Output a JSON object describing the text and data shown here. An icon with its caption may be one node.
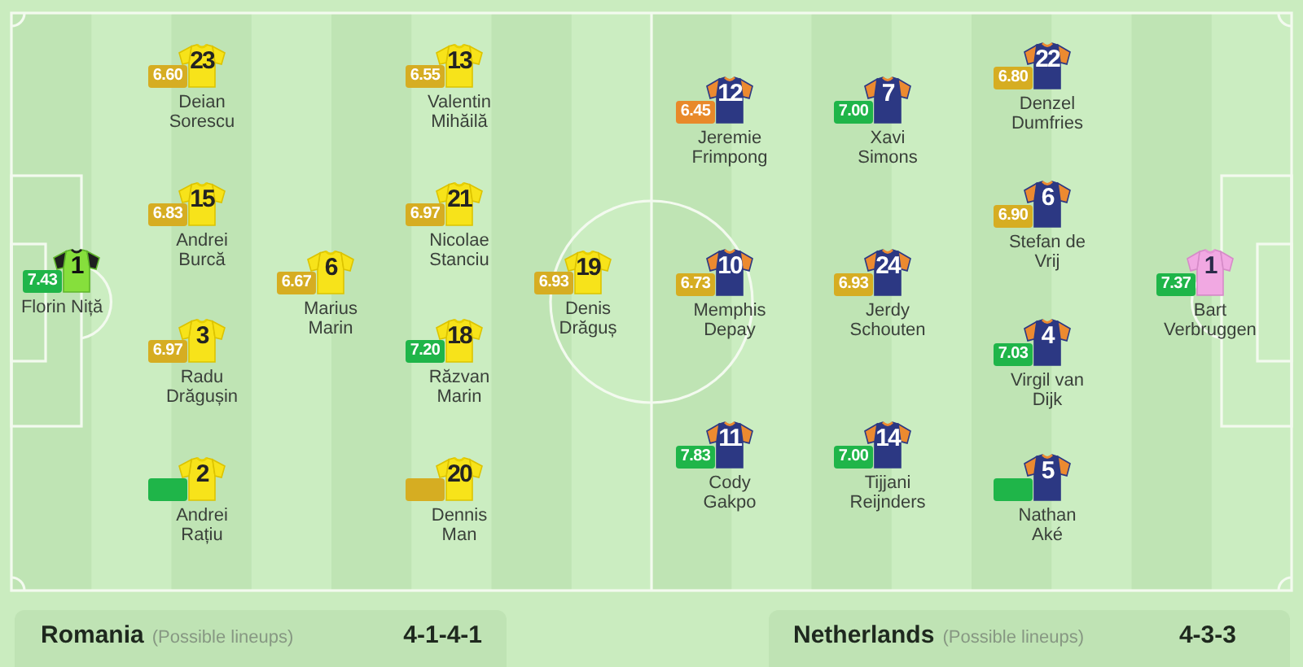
{
  "diagram": {
    "nodes": [
      {
        "text": [
          "1"
        ],
        "beside": [
          "Florin Niță"
        ]
      },
      {
        "text": [
          "7.43"
        ]
      },
      {
        "text": [
          "23"
        ],
        "beside": [
          "Deian Sorescu"
        ]
      },
      {
        "text": [
          "6.60"
        ]
      },
      {
        "text": [
          "15"
        ],
        "beside": [
          "Andrei Burcă"
        ]
      },
      {
        "text": [
          "6.83"
        ]
      },
      {
        "text": [
          "3"
        ],
        "beside": [
          "Radu Drăgușin"
        ]
      },
      {
        "text": [
          "6.97"
        ]
      },
      {
        "text": [
          "2"
        ],
        "beside": [
          "Andrei Rațiu"
        ]
      },
      {
        "text": [],
        "shape": "box"
      },
      {
        "text": [
          "6"
        ],
        "beside": [
          "Marius Marin"
        ]
      },
      {
        "text": [
          "6.67"
        ]
      },
      {
        "text": [
          "13"
        ],
        "beside": [
          "Valentin Mihăilă"
        ]
      },
      {
        "text": [
          "6.55"
        ]
      },
      {
        "text": [
          "21"
        ],
        "beside": [
          "Nicolae Stanciu"
        ]
      },
      {
        "text": [
          "6.97"
        ]
      },
      {
        "text": [
          "18"
        ],
        "beside": [
          "Răzvan Marin"
        ]
      },
      {
        "text": [
          "7.20"
        ]
      },
      {
        "text": [
          "20"
        ],
        "beside": [
          "Dennis Man"
        ]
      },
      {
        "text": [],
        "shape": "box"
      },
      {
        "text": [
          "19"
        ],
        "beside": [
          "Denis Drăguș"
        ]
      },
      {
        "text": [
          "6.93"
        ]
      },
      {
        "text": [
          "12"
        ],
        "beside": [
          "Jeremie Frimpong"
        ]
      },
      {
        "text": [
          "6.45"
        ]
      },
      {
        "text": [
          "10"
        ],
        "beside": [
          "Memphis Depay"
        ]
      },
      {
        "text": [
          "6.73"
        ]
      },
      {
        "text": [
          "11"
        ],
        "beside": [
          "Cody Gakpo"
        ]
      },
      {
        "text": [
          "7.83"
        ]
      },
      {
        "text": [
          "7"
        ],
        "beside": [
          "Xavi Simons"
        ]
      },
      {
        "text": [
          "7.00"
        ]
      },
      {
        "text": [
          "24"
        ],
        "beside": [
          "Jerdy Schouten"
        ]
      },
      {
        "text": [
          "6.93"
        ]
      },
      {
        "text": [
          "14"
        ],
        "beside": [
          "Tijjani Reijnders"
        ]
      },
      {
        "text": [
          "7.00"
        ]
      },
      {
        "text": [
          "22"
        ],
        "beside": [
          "Denzel Dumfries"
        ]
      },
      {
        "text": [
          "6.80"
        ]
      },
      {
        "text": [
          "6"
        ],
        "beside": [
          "Stefan de Vrij"
        ]
      },
      {
        "text": [
          "6.90"
        ]
      },
      {
        "text": [
          "4"
        ],
        "beside": [
          "Virgil van Dijk"
        ]
      },
      {
        "text": [
          "7.03"
        ]
      },
      {
        "text": [
          "5"
        ],
        "beside": [
          "Nathan Aké"
        ]
      },
      {
        "text": [],
        "shape": "box"
      },
      {
        "text": [
          "1"
        ],
        "beside": [
          "Bart Verbruggen"
        ]
      },
      {
        "text": [
          "7.37"
        ]
      },
      {
        "text": [
          "Romania",
          "(Possible lineups)",
          "4-1-4-1"
        ]
      },
      {
        "text": [
          "Netherlands",
          "(Possible lineups)",
          "4-3-3"
        ]
      }
    ]
  }
}
